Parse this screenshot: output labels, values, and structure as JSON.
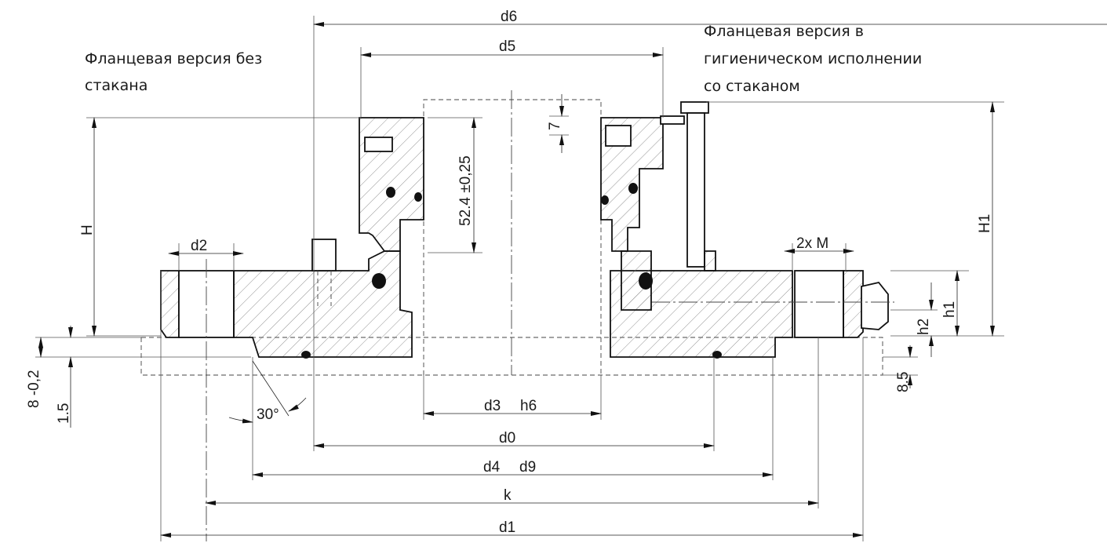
{
  "captions": {
    "left": [
      "Фланцевая версия без",
      "стакана"
    ],
    "right": [
      "Фланцевая версия в",
      "гигиеническом исполнении",
      "со стаканом"
    ]
  },
  "dimensions": {
    "d6": "d6",
    "d5": "d5",
    "d2": "d2",
    "d3": "d3",
    "h6": "h6",
    "d0": "d0",
    "d4": "d4",
    "d9": "d9",
    "k": "k",
    "d1": "d1",
    "H": "H",
    "H1": "H1",
    "h1": "h1",
    "h2": "h2",
    "height_52": "52.4 ±0,25",
    "seven": "7",
    "two_m": "2x M",
    "eight": "8 -0,2",
    "one_five": "1.5",
    "eight_five": "8.5",
    "angle": "30°"
  }
}
